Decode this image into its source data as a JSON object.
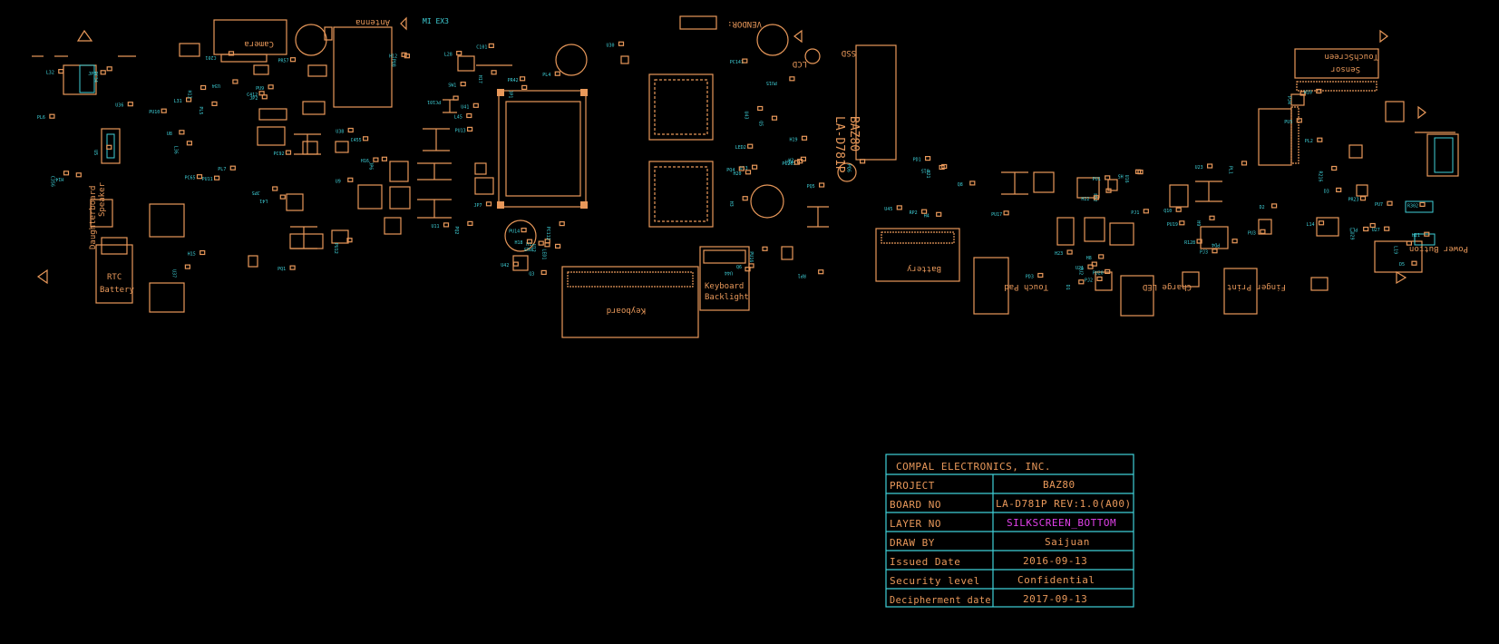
{
  "board_labels": {
    "camera": "Camera",
    "antenna": "Antenna",
    "vendor": "VENDOR:",
    "ssd": "SSD",
    "lcd": "LCD",
    "board_id": "BAZ80",
    "board_no": "LA-D781P",
    "touchscreen": "TouchScreen",
    "sensor": "Sensor",
    "speaker": "Speaker",
    "daughterboard": "Daughterboard",
    "rtc": "RTC",
    "rtc_battery": "Battery",
    "keyboard": "Keyboard",
    "keyboard_backlight_1": "Keyboard",
    "keyboard_backlight_2": "Backlight",
    "battery": "Battery",
    "touchpad": "Touch Pad",
    "charge_led": "Charge LED",
    "finger_print": "Finger Print",
    "power_button": "Power Button",
    "m_ex3": "MI EX3"
  },
  "component_refs": [
    "U5",
    "U8",
    "U9",
    "U11",
    "U12",
    "U13",
    "U14",
    "U15",
    "U16",
    "U21",
    "U23",
    "U27",
    "U29",
    "U30",
    "U34",
    "U36",
    "U37",
    "U38",
    "U41",
    "U42",
    "U43",
    "U44",
    "U45",
    "PU1",
    "PU2",
    "PU3",
    "PU5",
    "PU7",
    "PU8",
    "PU9",
    "PU10",
    "PU11",
    "PU12",
    "PU13",
    "PU14",
    "PU15",
    "PU16",
    "PU17",
    "PU19",
    "PU20",
    "PL1",
    "PL2",
    "PL3",
    "PL4",
    "PL5",
    "PL6",
    "PL7",
    "PQ1",
    "PQ2",
    "PQ3",
    "PQ4",
    "PQ5",
    "PQ6",
    "PJ1",
    "PJ2",
    "PJ3",
    "PJ4",
    "PR23",
    "PR42",
    "PR57",
    "PC34",
    "PC65",
    "PC92",
    "PC101",
    "PC112",
    "PC141",
    "PC203",
    "PD1",
    "PD2",
    "PD3",
    "PD4",
    "L14",
    "L19",
    "L28",
    "L31",
    "L32",
    "L36",
    "L41",
    "L45",
    "Q3",
    "Q5",
    "Q6",
    "Q8",
    "Q10",
    "D1",
    "D2",
    "D3",
    "D5",
    "JP1",
    "JP2",
    "JP3",
    "JP5",
    "JP6",
    "JP7",
    "H1",
    "H2",
    "H3",
    "H4",
    "H5",
    "H8",
    "H9",
    "H10",
    "H11",
    "H12",
    "H13",
    "H14",
    "H15",
    "H16",
    "H17",
    "H18",
    "H19",
    "H20",
    "H21",
    "H22",
    "H23",
    "R128",
    "R216",
    "R302",
    "C101",
    "C201",
    "C356",
    "C412",
    "C455",
    "SW1",
    "LED1",
    "LED2",
    "RP1",
    "RP2"
  ],
  "title_block": {
    "company": "COMPAL ELECTRONICS, INC.",
    "rows": [
      {
        "label": "PROJECT",
        "value": "BAZ80"
      },
      {
        "label": "BOARD NO",
        "value": "LA-D781P REV:1.0(A00)"
      },
      {
        "label": "LAYER NO",
        "value": "SILKSCREEN_BOTTOM"
      },
      {
        "label": "DRAW BY",
        "value": "Saijuan"
      },
      {
        "label": "Issued Date",
        "value": "2016-09-13"
      },
      {
        "label": "Security level",
        "value": "Confidential"
      },
      {
        "label": "Decipherment date",
        "value": "2017-09-13"
      }
    ],
    "colors": {
      "border": "#3fd0d8",
      "text": "#e8985a",
      "highlight": "#e040e8"
    }
  },
  "colors": {
    "background": "#000000",
    "outline": "#e8985a",
    "refdes": "#3fd0d8"
  }
}
